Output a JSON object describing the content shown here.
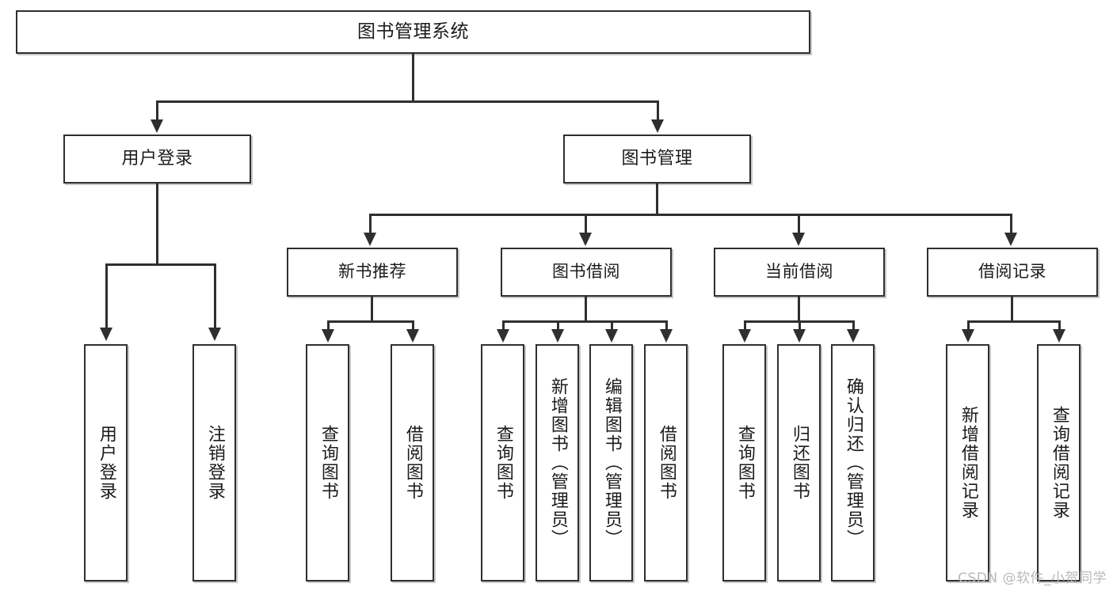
{
  "diagram": {
    "title": "图书管理系统",
    "type": "tree",
    "watermark": "CSDN @软件_小贺同学",
    "colors": {
      "box_border": "#2f2f2f",
      "box_fill": "#ffffff",
      "connector": "#2f2f2f",
      "text": "#1b1b1b",
      "watermark": "#b9b9b9",
      "background": "#ffffff"
    },
    "root": {
      "label": "图书管理系统"
    },
    "level2": [
      {
        "label": "用户登录"
      },
      {
        "label": "图书管理"
      }
    ],
    "level3": [
      {
        "label": "新书推荐"
      },
      {
        "label": "图书借阅"
      },
      {
        "label": "当前借阅"
      },
      {
        "label": "借阅记录"
      }
    ],
    "leaves": {
      "user_login": [
        {
          "label": "用户登录"
        },
        {
          "label": "注销登录"
        }
      ],
      "new_book_recommend": [
        {
          "label": "查询图书"
        },
        {
          "label": "借阅图书"
        }
      ],
      "book_borrow": [
        {
          "label": "查询图书"
        },
        {
          "label": "新增图书（管理员）"
        },
        {
          "label": "编辑图书（管理员）"
        },
        {
          "label": "借阅图书"
        }
      ],
      "current_borrow": [
        {
          "label": "查询图书"
        },
        {
          "label": "归还图书"
        },
        {
          "label": "确认归还（管理员）"
        }
      ],
      "borrow_record": [
        {
          "label": "新增借阅记录"
        },
        {
          "label": "查询借阅记录"
        }
      ]
    }
  }
}
